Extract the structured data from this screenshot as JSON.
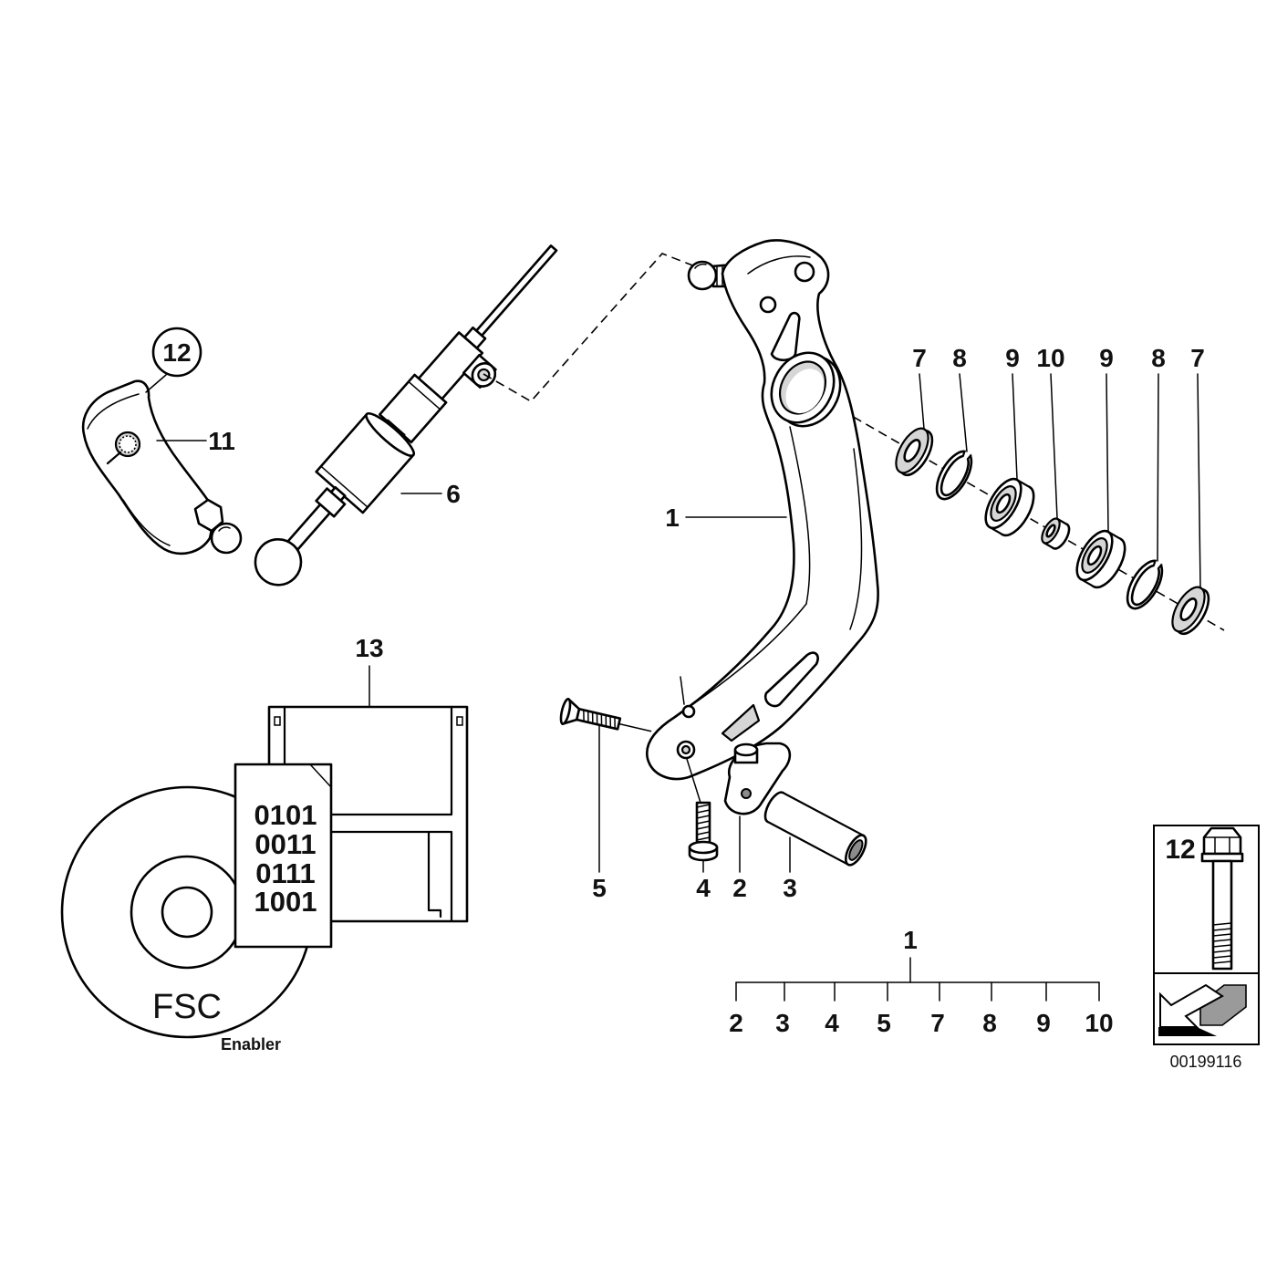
{
  "callouts": {
    "part_12": "12",
    "part_11": "11",
    "part_6": "6",
    "part_1": "1",
    "bearing_row": [
      "7",
      "8",
      "9",
      "10",
      "9",
      "8",
      "7"
    ],
    "part_5": "5",
    "part_4": "4",
    "part_2": "2",
    "part_3": "3",
    "part_13": "13"
  },
  "software_kit": {
    "binary_lines": [
      "0101",
      "0011",
      "0111",
      "1001"
    ],
    "disc_label": "FSC",
    "disc_sublabel": "Enabler"
  },
  "assembly_tree": {
    "parent": "1",
    "children": [
      "2",
      "3",
      "4",
      "5",
      "7",
      "8",
      "9",
      "10"
    ]
  },
  "symbol_box": {
    "part_label": "12"
  },
  "diagram_number": "00199116"
}
